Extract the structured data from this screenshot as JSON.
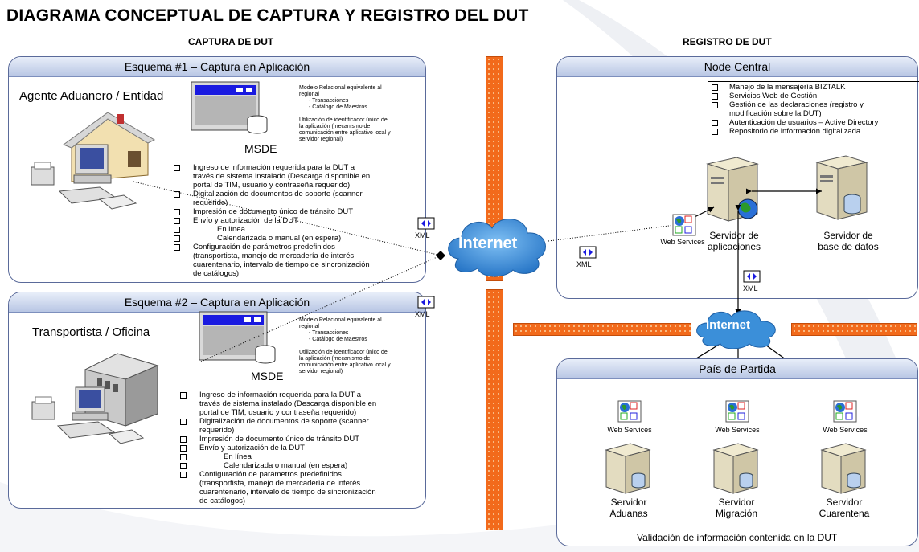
{
  "title": "DIAGRAMA CONCEPTUAL DE CAPTURA Y REGISTRO DEL DUT",
  "captura_header": "CAPTURA DE DUT",
  "registro_header": "REGISTRO DE DUT",
  "schema1": {
    "title": "Esquema #1 – Captura en Aplicación",
    "actor": "Agente Aduanero / Entidad",
    "msde": "MSDE",
    "notes": [
      "Modelo Relacional equivalente al",
      "regional",
      "-  Transacciones",
      "-  Catálogo de Maestros",
      "Utilización de identificador único de",
      "la aplicación (mecanismo de",
      "comunicación entre aplicativo local y",
      "servidor regional)"
    ],
    "items": [
      "Ingreso de información requerida para la DUT a",
      "través de sistema instalado (Descarga disponible en",
      "portal de TIM, usuario y contraseña requerido)",
      "Digitalización de documentos de soporte (scanner",
      "requerido)",
      "Impresión de documento único de tránsito DUT",
      "Envío y autorización de la DUT",
      "En línea",
      "Calendarizada o manual (en espera)",
      "Configuración de parámetros predefinidos",
      "(transportista, manejo de mercadería de interés",
      "cuarentenario, intervalo de tiempo de sincronización",
      "de catálogos)"
    ]
  },
  "schema2": {
    "title": "Esquema #2 – Captura en Aplicación",
    "actor": "Transportista / Oficina",
    "msde": "MSDE",
    "notes": [
      "Modelo Relacional equivalente al",
      "regional",
      "-  Transacciones",
      "-  Catálogo de Maestros",
      "Utilización de identificador único de",
      "la aplicación (mecanismo de",
      "comunicación entre aplicativo local y",
      "servidor regional)"
    ],
    "items": [
      "Ingreso de información requerida para la DUT a",
      "través de sistema instalado (Descarga disponible en",
      "portal de TIM, usuario y contraseña requerido)",
      "Digitalización de documentos de soporte (scanner",
      "requerido)",
      "Impresión de documento único de tránsito DUT",
      "Envío y autorización de la DUT",
      "En línea",
      "Calendarizada o manual (en espera)",
      "Configuración de parámetros predefinidos",
      "(transportista, manejo de mercadería de interés",
      "cuarentenario, intervalo de tiempo de sincronización",
      "de catálogos)"
    ]
  },
  "node_central": {
    "title": "Node Central",
    "items": [
      "Manejo de la mensajería BIZTALK",
      "Servicios Web de Gestión",
      "Gestión de las declaraciones (registro y",
      "modificación sobre la DUT)",
      "Autenticación de usuarios – Active Directory",
      "Repositorio de información digitalizada"
    ],
    "app_server": [
      "Servidor de",
      "aplicaciones"
    ],
    "db_server": [
      "Servidor de",
      "base de datos"
    ],
    "web_services": "Web Services"
  },
  "pais": {
    "title": "País de Partida",
    "footer": "Validación de información contenida en la DUT",
    "web_services": "Web Services",
    "servers": [
      [
        "Servidor",
        "Aduanas"
      ],
      [
        "Servidor",
        "Migración"
      ],
      [
        "Servidor",
        "Cuarentena"
      ]
    ]
  },
  "internet_main": "Internet",
  "internet_right": "Internet",
  "xml": "XML",
  "colors": {
    "panel_border": "#5a6a9a",
    "wall": "#f26a1b",
    "cloud": "#3b8fd9",
    "window_bar": "#1a1ae0"
  }
}
